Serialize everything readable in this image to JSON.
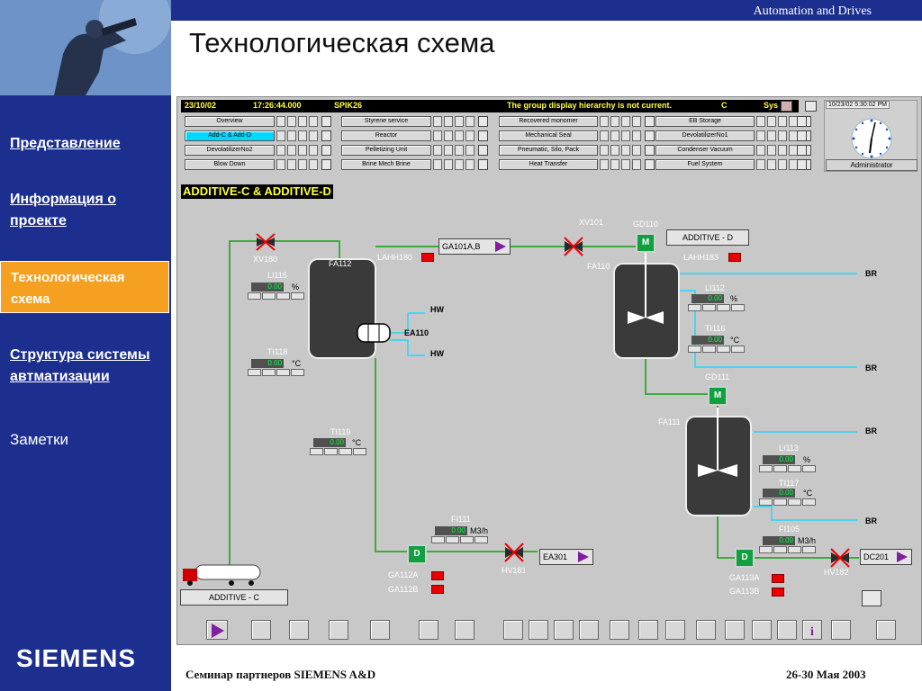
{
  "slide": {
    "title": "Технологическая схема",
    "brand_top": "Automation and Drives",
    "logo": "SIEMENS",
    "footer_left": "Семинар партнеров SIEMENS A&D",
    "footer_right": "26-30 Мая 2003"
  },
  "nav": [
    {
      "label": "Представление"
    },
    {
      "label": "Информация о проекте"
    },
    {
      "label": "Технологическая схема",
      "active": true
    },
    {
      "label": "Структура системы автматизации"
    },
    {
      "label": "Заметки"
    }
  ],
  "hmi": {
    "msg_date": "23/10/02",
    "msg_time": "17:26:44.000",
    "msg_tag": "SPIK26",
    "msg_text": "The group display hierarchy is not current.",
    "msg_class": "C",
    "msg_src": "Sys",
    "clock_datetime": "10/23/02 5:30:02 PM",
    "user": "Administrator",
    "overview_buttons": [
      [
        "Overview",
        "Styrene service",
        "Recovered monomer",
        "EB Storage"
      ],
      [
        "Add-C & Add-D",
        "Reactor",
        "Mechanical Seal",
        "DevolatilizerNo1"
      ],
      [
        "DevolatilizerNo2",
        "Pelletizing Unit",
        "Pneumatic, Silo, Pack",
        "Condenser Vacuum"
      ],
      [
        "Blow Down",
        "Brine Mech Brine",
        "Heat Transfer",
        "Fuel System"
      ]
    ],
    "selected_overview": "Add-C & Add-D",
    "banner": "ADDITIVE-C & ADDITIVE-D",
    "tags": {
      "xv180": "XV180",
      "fa112": "FA112",
      "lahh180": "LAHH180",
      "li115": "LI115",
      "ti118": "TI118",
      "ea110": "EA110",
      "hw1": "HW",
      "hw2": "HW",
      "ga101": "GA101A,B",
      "xv101": "XV101",
      "gd110": "GD110",
      "additive_d": "ADDITIVE - D",
      "fa110": "FA110",
      "lahh183": "LAHH183",
      "li112": "LI112",
      "ti116": "TI116",
      "br1": "BR",
      "br2": "BR",
      "gd111": "GD111",
      "fa111": "FA111",
      "br3": "BR",
      "li113": "LI113",
      "ti117": "TI117",
      "br4": "BR",
      "ti119": "TI119",
      "fi111": "FI111",
      "fi105": "FI105",
      "hv181": "HV181",
      "hv182": "HV182",
      "ea301": "EA301",
      "dc201": "DC201",
      "ga112a": "GA112A",
      "ga112b": "GA112B",
      "ga113a": "GA113A",
      "ga113b": "GA113B",
      "additive_c": "ADDITIVE - C",
      "motor": "M",
      "pump": "D"
    },
    "values": {
      "li115": "0.00",
      "ti118": "0.00",
      "li112": "0.00",
      "ti116": "0.00",
      "li113": "0.00",
      "ti117": "0.00",
      "ti119": "0.00",
      "fi111": "0.00",
      "fi105": "0.00"
    },
    "units": {
      "pct": "%",
      "degc": "°C",
      "flow": "M3/h"
    },
    "colors": {
      "process_line": "#10a010",
      "water_line": "#20d8ff",
      "alarm": "#e80000",
      "tank": "#3a3a3a"
    }
  }
}
